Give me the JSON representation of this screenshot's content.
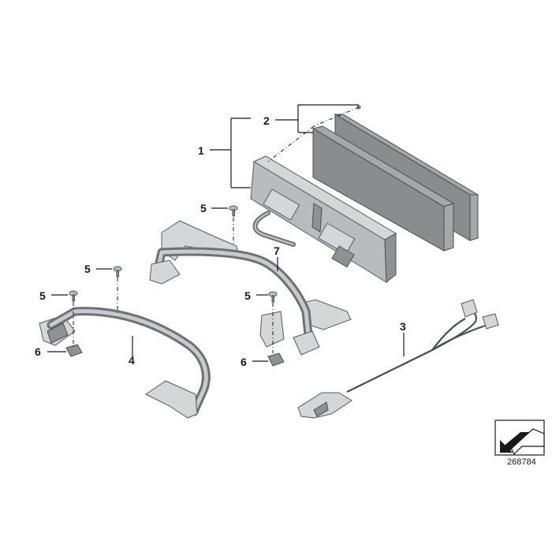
{
  "diagram": {
    "reference_number": "268784",
    "callouts": {
      "c1": "1",
      "c2": "2",
      "c3": "3",
      "c4": "4",
      "c5a": "5",
      "c5b": "5",
      "c5c": "5",
      "c5d": "5",
      "c6a": "6",
      "c6b": "6",
      "c7": "7"
    },
    "icons": {
      "corner": "arrow-pointer-icon"
    }
  }
}
